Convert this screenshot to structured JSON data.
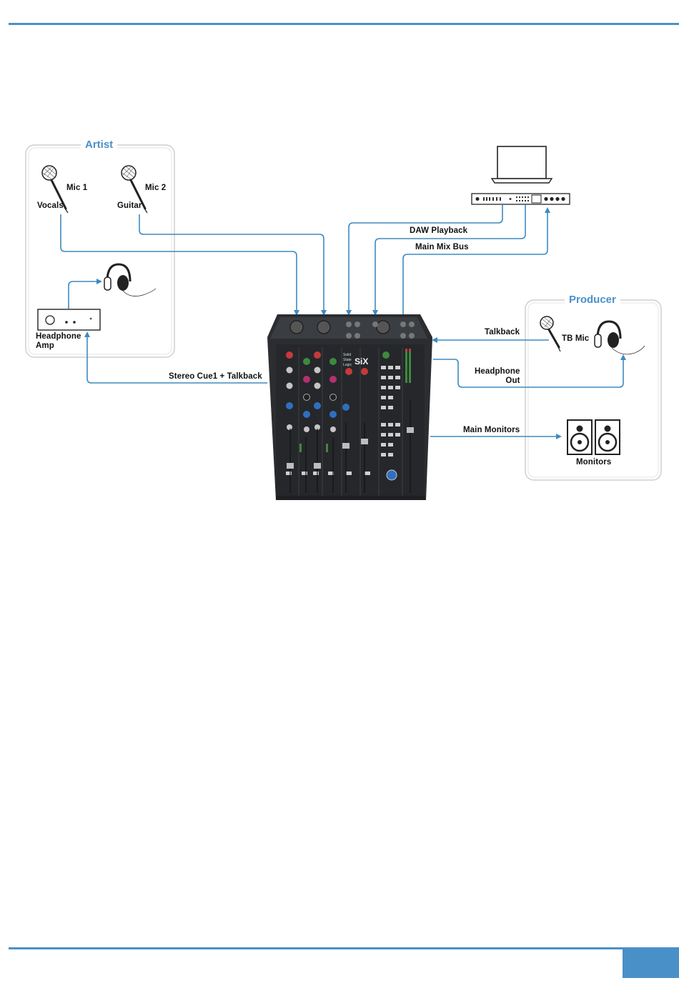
{
  "colors": {
    "accent": "#4a90c8",
    "wire": "#3e8ac2",
    "box": "#cfcfcf",
    "mixer": "#2b2d31"
  },
  "groups": {
    "artist": "Artist",
    "producer": "Producer"
  },
  "labels": {
    "mic1": "Mic 1",
    "vocals": "Vocals",
    "mic2": "Mic 2",
    "guitar": "Guitar",
    "headphone_amp": "Headphone\nAmp",
    "daw_playback": "DAW Playback",
    "main_mix_bus": "Main Mix Bus",
    "talkback": "Talkback",
    "tb_mic": "TB Mic",
    "headphone_out": "Headphone\nOut",
    "stereo_cue": "Stereo Cue1 + Talkback",
    "main_monitors": "Main Monitors",
    "monitors": "Monitors"
  },
  "mixer": {
    "brand": "Solid\nState\nLogic",
    "model": "SiX"
  },
  "icons": [
    "microphone-icon",
    "headphones-icon",
    "laptop-icon",
    "audio-interface-icon",
    "headphone-amp-icon",
    "speaker-icon",
    "mixer-icon"
  ]
}
